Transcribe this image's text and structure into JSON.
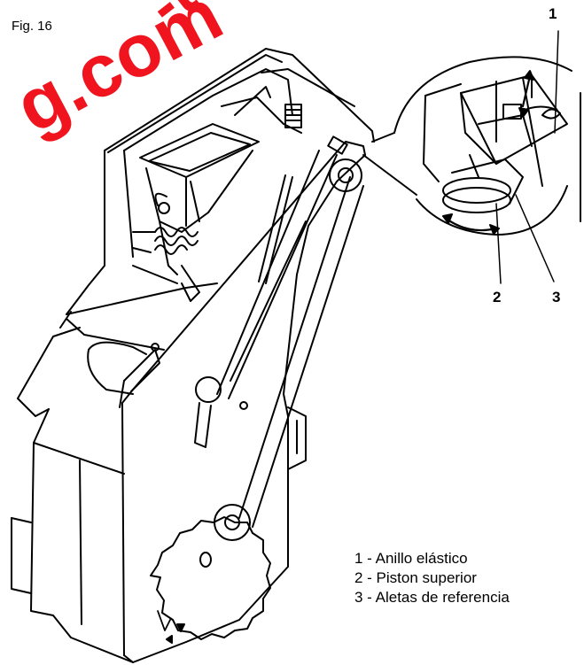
{
  "figure": {
    "title": "Fig. 16",
    "callouts": [
      "1",
      "2",
      "3"
    ],
    "legend": [
      "1 - Anillo elástico",
      "2 - Piston superior",
      "3 - Aletas de referencia"
    ]
  },
  "watermark": {
    "part1": "g.com",
    "part2": "-tel."
  }
}
